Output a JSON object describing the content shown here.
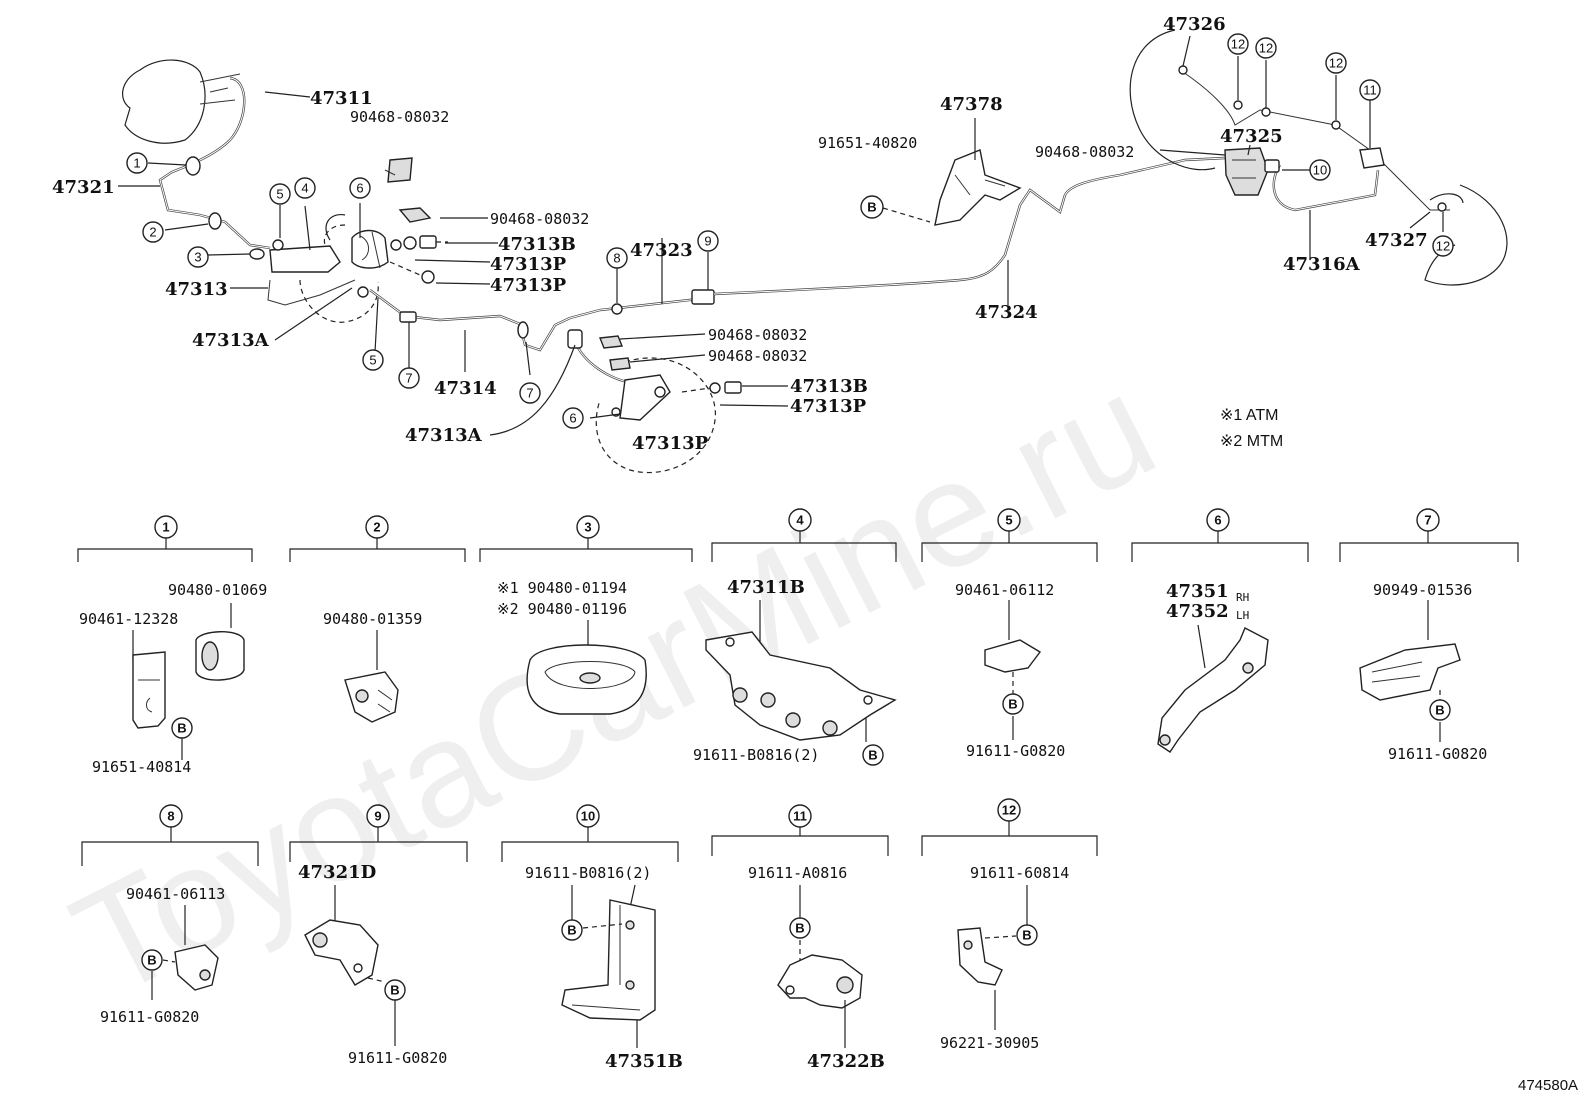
{
  "watermark": "ToyotaCarMine.ru",
  "diagram_id": "474580A",
  "notes": {
    "atm": "※1 ATM",
    "mtm": "※2 MTM"
  },
  "callout_symbol": "B",
  "top_labels": {
    "p47311": "47311",
    "p90468_a": "90468-08032",
    "p47321": "47321",
    "p90468_b": "90468-08032",
    "p47313b_a": "47313B",
    "p47313p_a": "47313P",
    "p47313p_b": "47313P",
    "p47313": "47313",
    "p47313a_a": "47313A",
    "p47323": "47323",
    "p90468_c": "90468-08032",
    "p90468_d": "90468-08032",
    "p47313b_b": "47313B",
    "p47313p_c": "47313P",
    "p47314": "47314",
    "p47313a_b": "47313A",
    "p47313p_d": "47313P",
    "p47378": "47378",
    "p91651_40820": "91651-40820",
    "p47324": "47324",
    "p47326": "47326",
    "p47325": "47325",
    "p90468_e": "90468-08032",
    "p47327": "47327",
    "p47316a": "47316A"
  },
  "callout_numbers": [
    "1",
    "2",
    "3",
    "4",
    "5",
    "6",
    "7",
    "8",
    "9",
    "10",
    "11",
    "12"
  ],
  "groups": {
    "g1": {
      "num": "1",
      "labels": [
        "90480-01069",
        "90461-12328",
        "91651-40814"
      ]
    },
    "g2": {
      "num": "2",
      "labels": [
        "90480-01359"
      ]
    },
    "g3": {
      "num": "3",
      "labels": [
        "※1 90480-01194",
        "※2 90480-01196"
      ]
    },
    "g4": {
      "num": "4",
      "labels": [
        "47311B",
        "91611-B0816(2)"
      ]
    },
    "g5": {
      "num": "5",
      "labels": [
        "90461-06112",
        "91611-G0820"
      ]
    },
    "g6": {
      "num": "6",
      "labels": [
        "47351",
        "47352",
        "RH",
        "LH"
      ]
    },
    "g7": {
      "num": "7",
      "labels": [
        "90949-01536",
        "91611-G0820"
      ]
    },
    "g8": {
      "num": "8",
      "labels": [
        "90461-06113",
        "91611-G0820"
      ]
    },
    "g9": {
      "num": "9",
      "labels": [
        "47321D",
        "91611-G0820"
      ]
    },
    "g10": {
      "num": "10",
      "labels": [
        "91611-B0816(2)",
        "47351B"
      ]
    },
    "g11": {
      "num": "11",
      "labels": [
        "91611-A0816",
        "47322B"
      ]
    },
    "g12": {
      "num": "12",
      "labels": [
        "91611-60814",
        "96221-30905"
      ]
    }
  }
}
